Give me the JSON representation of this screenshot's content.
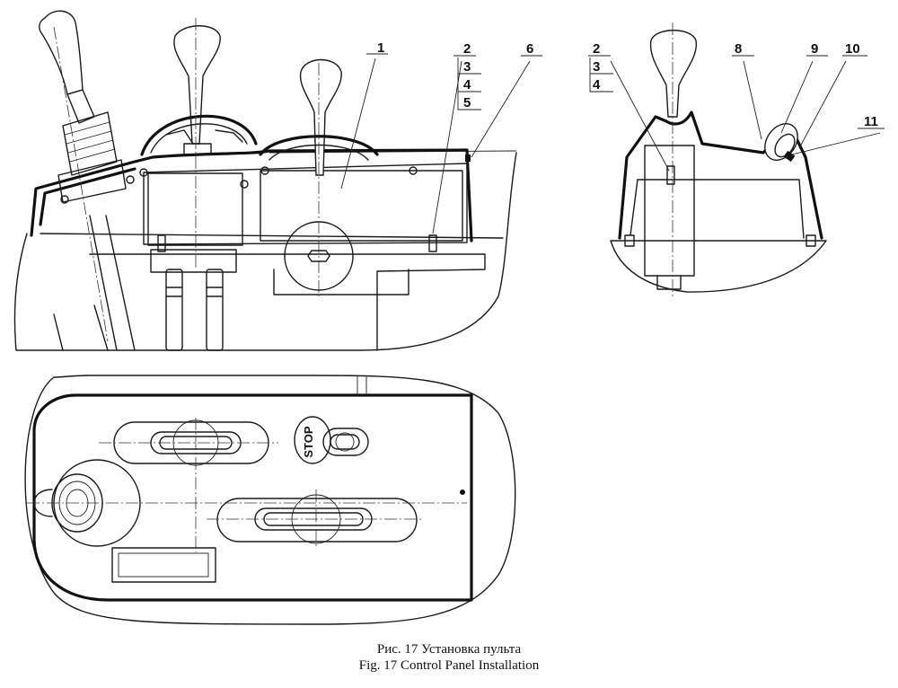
{
  "caption": {
    "ru": "Рис. 17 Установка пульта",
    "en": "Fig. 17 Control Panel Installation"
  },
  "callouts": {
    "left": [
      "1",
      "2",
      "3",
      "4",
      "5",
      "6"
    ],
    "right": [
      "2",
      "3",
      "4",
      "8",
      "9",
      "10",
      "11"
    ]
  },
  "plan_view": {
    "stop_label": "STOP"
  }
}
